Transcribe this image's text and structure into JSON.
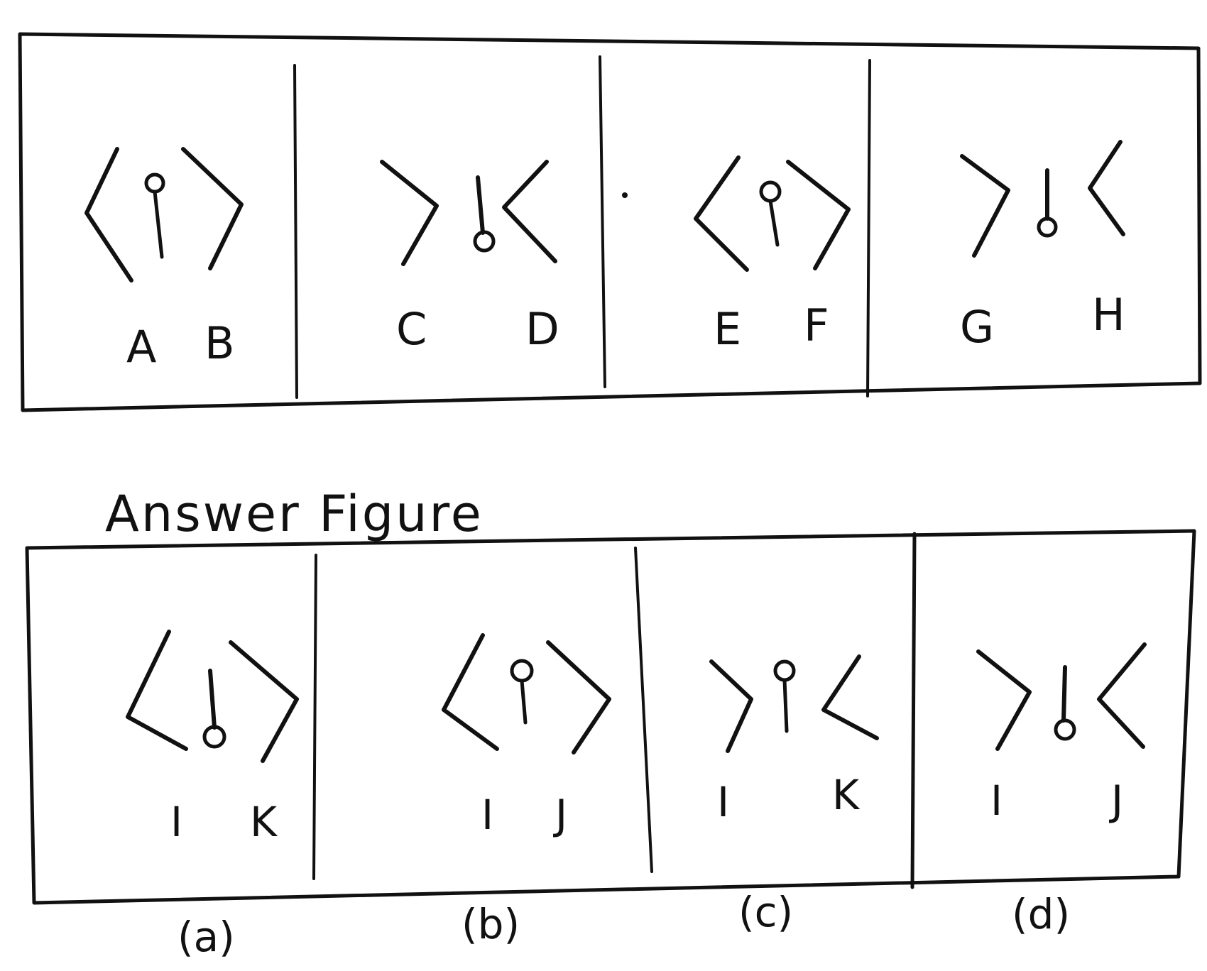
{
  "question_figure": {
    "panels": [
      {
        "left_label": "A",
        "right_label": "B",
        "variant": "open-ball-top"
      },
      {
        "left_label": "C",
        "right_label": "D",
        "variant": "closed-ball-bottom"
      },
      {
        "left_label": "E",
        "right_label": "F",
        "variant": "open-ball-top"
      },
      {
        "left_label": "G",
        "right_label": "H",
        "variant": "closed-ball-bottom"
      }
    ]
  },
  "answer_figure": {
    "title": "Answer Figure",
    "options": [
      {
        "option_label": "(a)",
        "left_label": "I",
        "right_label": "K",
        "variant": "open-ball-bottom"
      },
      {
        "option_label": "(b)",
        "left_label": "I",
        "right_label": "J",
        "variant": "open-ball-top"
      },
      {
        "option_label": "(c)",
        "left_label": "I",
        "right_label": "K",
        "variant": "closed-ball-top"
      },
      {
        "option_label": "(d)",
        "left_label": "I",
        "right_label": "J",
        "variant": "closed-ball-bottom"
      }
    ]
  }
}
